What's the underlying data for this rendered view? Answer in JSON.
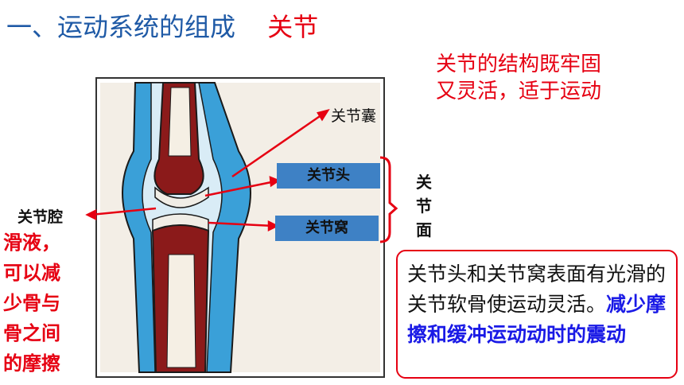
{
  "title": {
    "main": "一、运动系统的组成",
    "accent": "关节"
  },
  "note_top": {
    "line1": "关节的结构既牢固",
    "line2": "又灵活，适于运动"
  },
  "labels": {
    "capsule": "关节囊",
    "head": "关节头",
    "socket": "关节窝",
    "cavity": "关节腔",
    "surface_chars": [
      "关",
      "节",
      "面"
    ]
  },
  "side_text": [
    "滑液，",
    "可以减",
    "少骨与",
    "骨之间",
    "的摩擦"
  ],
  "info_box": {
    "plain": "关节头和关节窝表面有光滑的关节软骨使运动灵活。",
    "emphasis": "减少摩擦和缓冲运动动时的震动"
  },
  "colors": {
    "title_blue": "#1f5aa6",
    "accent_red": "#e60012",
    "capsule_blue": "#3aa0d8",
    "bone_red": "#8b1a1a",
    "label_box_blue": "#3e81c5",
    "emphasis_blue": "#1a1ae6"
  }
}
